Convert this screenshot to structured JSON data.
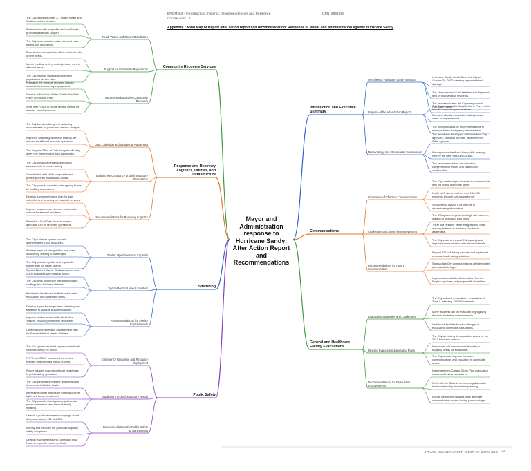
{
  "header": {
    "course": "ENGM264 - Infrastructure Systems, Interdependencies and Resilience",
    "coursework": "Course work : 1",
    "urn": "URN: 6854658",
    "appendix_title": "Appendix 7  Mind Map of Report after action report and recommendation: Response of Mayor and Administration against Hurricane Sandy"
  },
  "root_title": "Mayor and Administration response to Hurricane Sandy: After Action Report and Recommendations",
  "left_branches": [
    {
      "label": "Community Recovery Services",
      "color": "#3d9a3d",
      "subs": [
        {
          "label": "Food, Water, and Goods Distribution",
          "leaves": [
            "The City distributed over 2.1 million meals and 1 million bottles of water.",
            "Partnerships with nonprofits and food banks provided additional support.",
            "The City aims to systematize food and water distribution operations."
          ]
        },
        {
          "label": "Support for Vulnerable Populations",
          "leaves": [
            "Door-to-door outreach identified residents with urgent needs.",
            "Mobile medical units provided primary care in affected areas.",
            "The City plans to develop a vulnerable populations service plan."
          ]
        },
        {
          "label": "Recommendations for Community Recovery",
          "leaves": [
            "Formalize the borough recovery director structure for community engagement.",
            "Develop a Food and Water Distribution Task Force and Action Plan.",
            "Work with FEMA to create flexible criteria for disaster benefits access."
          ]
        }
      ]
    },
    {
      "label": "Response and Recovery Logistics, Utilities, and Infrastructure",
      "color": "#e0772a",
      "subs": [
        {
          "label": "Data Collection and Situational Awareness",
          "leaves": [
            "The City faced challenges in collecting accurate data on power and service outages.",
            "Improved data integration and sharing are needed for efficient recovery operations.",
            "The Mayor's Office of Data Analytics will play a key role in enhancing data capabilities."
          ]
        },
        {
          "label": "Building Re-occupancy and Infrastructure Restoration",
          "leaves": [
            "The City conducted extensive building assessments to ensure safety.",
            "Coordination with utility companies and private property owners was critical.",
            "The City plans to establish inter-agency teams for building inspections."
          ]
        },
        {
          "label": "Recommendations for Recovery Logistics",
          "leaves": [
            "Develop a comprehensive plan for data collection and reporting on essential services.",
            "Improve customer service and self-service options for affected residents.",
            "Establish a Fuel Task Force to ensure adequate fuel for recovery operations."
          ]
        }
      ]
    },
    {
      "label": "Sheltering",
      "color": "#2e64c8",
      "subs": [
        {
          "label": "Shelter Operations and Capacity",
          "leaves": [
            "The City's shelter system housed approximately 6,800 evacuees.",
            "Shelters were not designed for long-term occupancy, leading to challenges.",
            "The City plans to update and expand its shelter plan for future storms."
          ]
        },
        {
          "label": "Special Medical Needs Shelters",
          "leaves": [
            "Special Medical Needs Shelters served over 2,300 evacuees with medical needs.",
            "The City aims to improve management and staffing plans for these shelters.",
            "Residential healthcare facilities need better evacuation and placement plans."
          ]
        },
        {
          "label": "Recommendations for Shelter Improvements",
          "leaves": [
            "Develop a plan for longer-term sheltering and transition to suitable accommodations.",
            "Improve shelter accessibility for all New Yorkers, including those with disabilities.",
            "Create a comprehensive management plan for Special Medical Needs Shelters."
          ]
        }
      ]
    },
    {
      "label": "Public Safety",
      "color": "#8a3cc0",
      "subs": [
        {
          "label": "Emergency Response and Resource Deployment",
          "leaves": [
            "The 911 system received unprecedented call volumes during the storm.",
            "NYPD and FDNY conducted numerous rescues and provided critical support.",
            "Power outages posed significant challenges to public safety operations."
          ]
        },
        {
          "label": "Equipment and Infrastructure Needs",
          "leaves": [
            "The City identified a need for additional light towers and inflatable boats.",
            "Alternative power options for traffic and street lights are being considered.",
            "The City plans to develop a comprehensive power restoration plan for multi-family housing."
          ]
        },
        {
          "label": "Recommendations for Public Safety Enhancements",
          "leaves": [
            "Launch a public awareness campaign about the proper use of 911 and 311.",
            "Identify and expedite the purchase of public safety equipment.",
            "Develop a Dewatering and Generator Task Force to expedite recovery efforts."
          ]
        }
      ]
    }
  ],
  "right_branches": [
    {
      "label": "Introduction and Executive Summary",
      "color": "#2e64c8",
      "subs": [
        {
          "label": "Overview of Hurricane Sandy's Impact",
          "leaves": [
            "Hurricane Sandy struck New York City on October 29, 2012, causing unprecedented damage.",
            "The storm resulted in 43 fatalities and displaced tens of thousands of residents.",
            "The City activated its Coastal Storm Plan, which included mandatory evacuations."
          ]
        },
        {
          "label": "Purpose of the After Action Report",
          "leaves": [
            "The report evaluates the City's response to Hurricane Sandy.",
            "It aims to identify successful strategies and areas for improvement.",
            "The report includes 59 recommendations to enhance future emergency preparedness."
          ]
        },
        {
          "label": "Methodology and Stakeholder Involvement",
          "leaves": [
            "The report was developed with input from City agencies, nonprofit partners, and New York State agencies.",
            "It incorporates feedback from public hearings held by the New York City Council.",
            "The recommendations are based on comprehensive efforts and stakeholder collaboration."
          ]
        }
      ]
    },
    {
      "label": "Communications",
      "color": "#e0772a",
      "subs": [
        {
          "label": "Importance of Effective Communication",
          "leaves": [
            "The City used multiple channels to communicate with the public during the storm.",
            "Notify NYC alerts reached over 180,000 residents through various platforms.",
            "Social media played a crucial role in disseminating information."
          ]
        },
        {
          "label": "Challenges and Areas for Improvement",
          "leaves": [
            "The 311 system experienced high call volumes, leading to increased wait times.",
            "There is a need for better integration of data across platforms to enhance situational awareness.",
            "The City plans to expand 311 capacity and improve communication with elected officials."
          ]
        },
        {
          "label": "Recommendations for Future Communication",
          "leaves": [
            "Expand 311 call-taking capacity and implement redundant call routing solutions.",
            "Standardize City communications with templates and adaptable logos.",
            "Improve accessibility of information for non-English speakers and people with disabilities."
          ]
        }
      ]
    },
    {
      "label": "General and Healthcare Facility Evacuations",
      "color": "#3d9a3d",
      "subs": [
        {
          "label": "Evacuation Strategies and Challenges",
          "leaves": [
            "The City ordered a mandatory evacuation of Zone A, affecting 375,000 residents.",
            "Many residents did not evacuate, highlighting the need for better communication.",
            "Healthcare facilities faced challenges in evacuating vulnerable populations."
          ]
        },
        {
          "label": "Revised Evacuation Zones and Plans",
          "leaves": [
            "The City is revising its evacuation zones for the 2013 hurricane season.",
            "New zones will provide more flexibility in targeting areas for evacuation.",
            "The City aims to improve pre-storm communications and education in vulnerable areas."
          ]
        },
        {
          "label": "Recommendations for Evacuation Improvements",
          "leaves": [
            "Implement new Coastal Storm Plan evacuation zones and review procedures.",
            "Work with the State to develop regulations for healthcare facility evacuation planning.",
            "Ensure healthcare facilities have alternate communication means during power outages."
          ]
        }
      ]
    }
  ],
  "footer": "TRAVIS, DEVANSH, POLT - GEST, CY & ENV ENG",
  "page_number": "22"
}
